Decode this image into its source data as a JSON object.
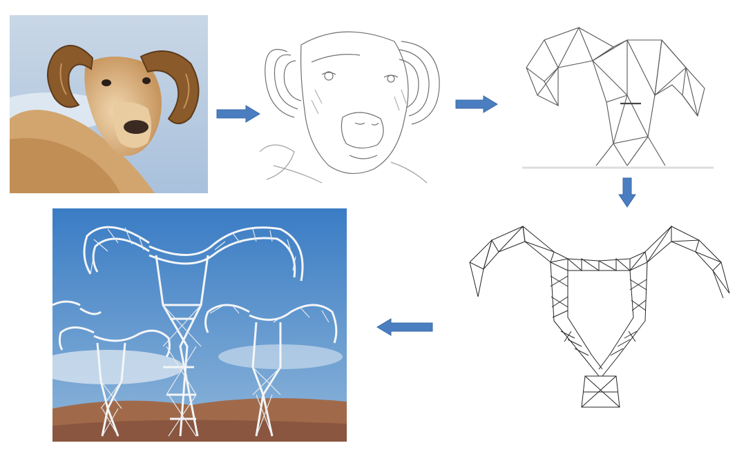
{
  "stages": [
    {
      "id": "photo",
      "subject": "ram-photo"
    },
    {
      "id": "sketch",
      "subject": "ram-pencil-sketch"
    },
    {
      "id": "wireframe",
      "subject": "ram-geometric-wireframe"
    },
    {
      "id": "truss",
      "subject": "tower-truss-drawing"
    },
    {
      "id": "towers",
      "subject": "ram-shaped-power-towers-photo"
    }
  ],
  "colors": {
    "arrow": "#4A7EC0",
    "sky": "#3F82C8",
    "wool": "#D9B27F",
    "horn": "#8A5A2B",
    "ground": "#A06A4A",
    "tower": "#F4F6F8"
  }
}
